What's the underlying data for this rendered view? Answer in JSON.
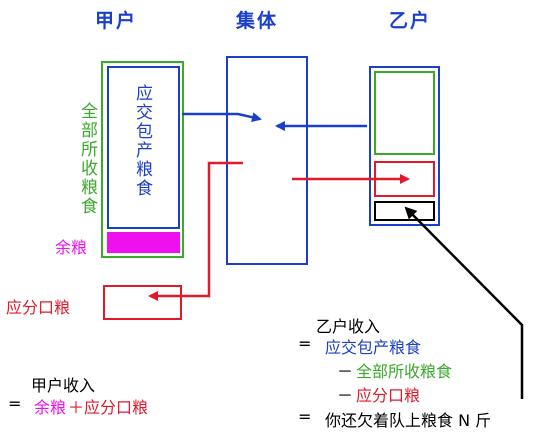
{
  "headers": {
    "jia": "甲户",
    "collective": "集体",
    "yi": "乙户"
  },
  "colors": {
    "blue": "#1a3fc8",
    "green": "#3aaa2a",
    "red": "#e01a2a",
    "magenta": "#ee10ee",
    "black": "#000000"
  },
  "jia_column": {
    "inner_label": "应交包产粮食",
    "outer_label": "全部所收粮食",
    "surplus_label": "余粮"
  },
  "ration_label": "应分口粮",
  "yi_income": {
    "title": "乙户收入",
    "line1_eq": "=",
    "line1": "应交包产粮食",
    "line2_op": "－",
    "line2": "全部所收粮食",
    "line3_op": "－",
    "line3": "应分口粮",
    "line4_eq": "=",
    "line4": "你还欠着队上粮食 N 斤"
  },
  "jia_income": {
    "title": "甲户收入",
    "eq": "=",
    "term1": "余粮",
    "plus": "＋",
    "term2": "应分口粮"
  }
}
